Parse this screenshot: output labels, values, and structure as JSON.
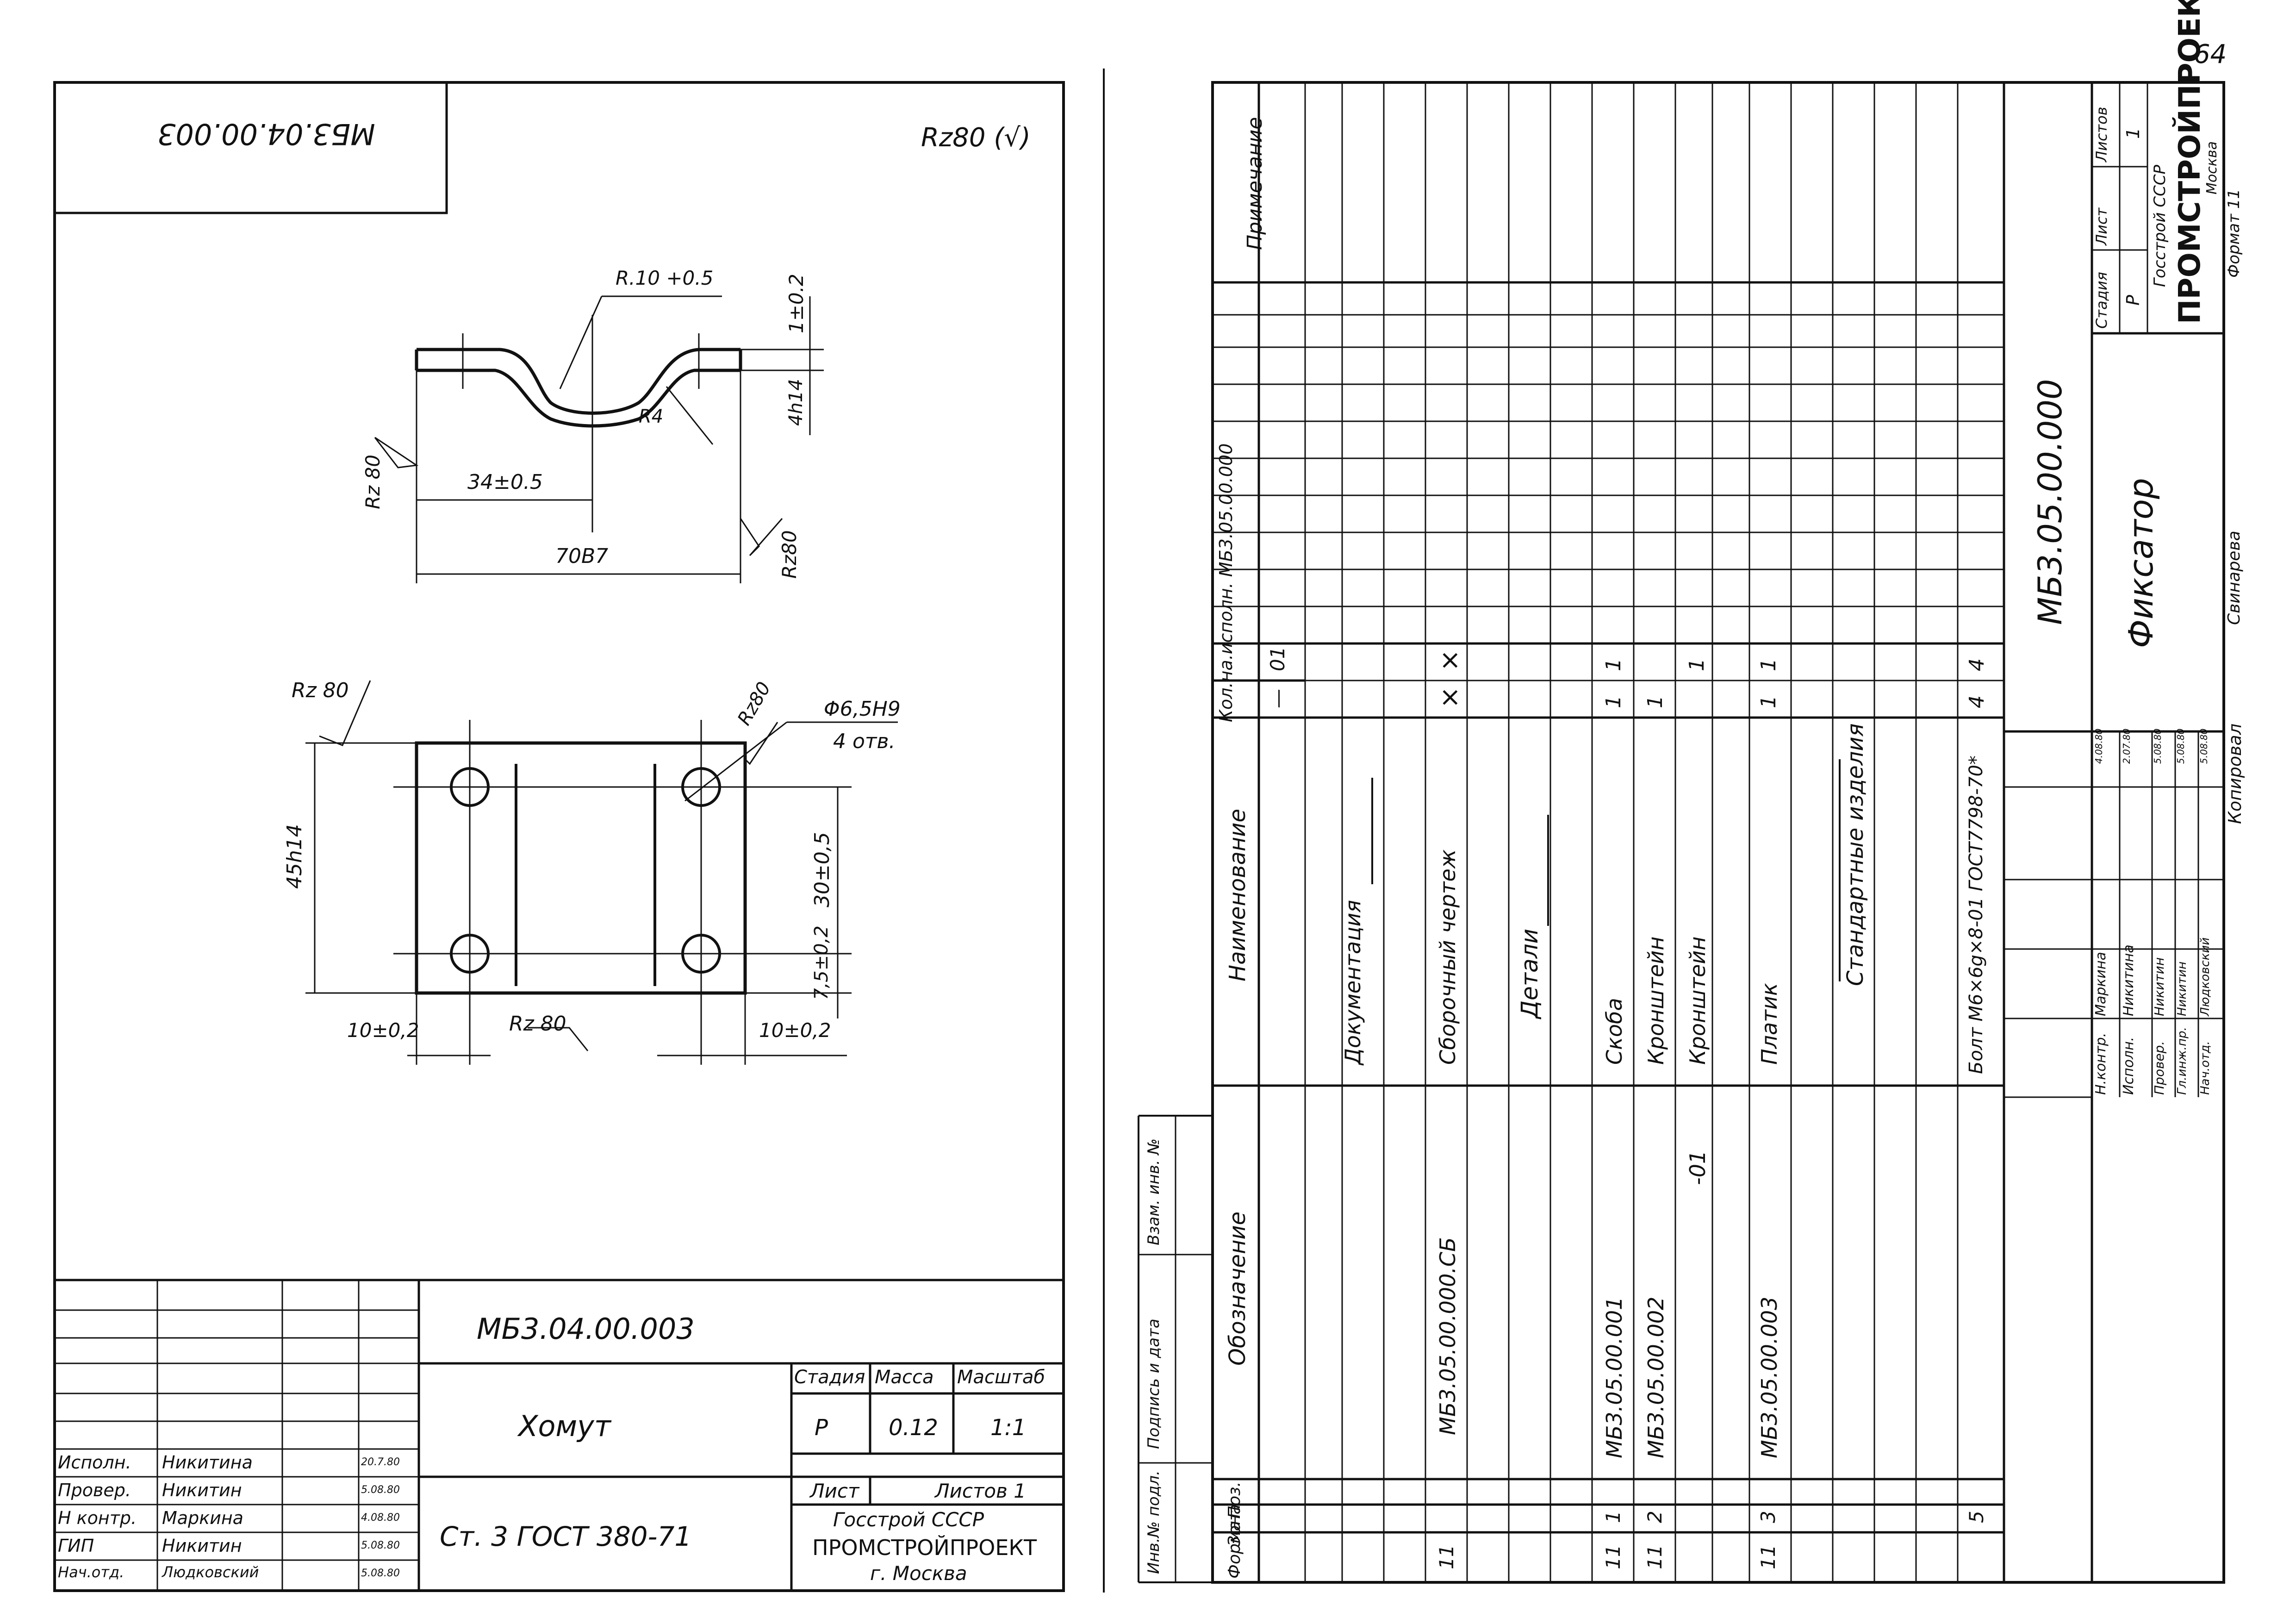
{
  "page_number": "64",
  "left_sheet": {
    "corner_stamp": "МБ3.04.00.003",
    "roughness_mark": "Rz80 (√)",
    "dims": {
      "radius": "R.10 +0.5",
      "thickness_tol": "1±0.2",
      "height": "4h14",
      "inner_radius": "R4",
      "half_width": "34±0.5",
      "overall_width": "70B7",
      "rz_left": "Rz 80",
      "rz_right": "Rz80",
      "rz_top": "Rz 80",
      "rz_hole": "Rz80",
      "hole_dia": "Φ6,5H9",
      "hole_qty": "4 отв.",
      "plate_height": "45h14",
      "hole_spacing": "30±0,5",
      "hole_offset_v": "7,5±0,2",
      "hole_offset_left": "10±0,2",
      "rz_bottom": "Rz 80",
      "hole_offset_right": "10±0,2"
    },
    "title_block": {
      "designation": "МБ3.04.00.003",
      "name": "Хомут",
      "material": "Ст. 3 ГОСТ 380-71",
      "col_stage": "Стадия",
      "col_mass": "Масса",
      "col_scale": "Масштаб",
      "stage": "Р",
      "mass": "0.12",
      "scale": "1:1",
      "sheet": "Лист",
      "sheets": "Листов 1",
      "org1": "Госстрой СССР",
      "org2": "ПРОМСТРОЙПРОЕКТ",
      "org3": "г. Москва",
      "signers": [
        {
          "role": "Исполн.",
          "name": "Никитина",
          "date": "20.7.80"
        },
        {
          "role": "Провер.",
          "name": "Никитин",
          "date": "5.08.80"
        },
        {
          "role": "Н контр.",
          "name": "Маркина",
          "date": "4.08.80"
        },
        {
          "role": "ГИП",
          "name": "Никитин",
          "date": "5.08.80"
        },
        {
          "role": "Нач.отд.",
          "name": "Людковский",
          "date": "5.08.80"
        }
      ]
    }
  },
  "right_sheet": {
    "side_labels": [
      "Инв.№ подл.",
      "Подпись и дата",
      "Взам. инв. №"
    ],
    "header": {
      "format": "Формат",
      "zone": "Зона",
      "pos": "Поз.",
      "designation": "Обозначение",
      "name": "Наименование",
      "qty_group": "Кол.на.исполн. МБ3.05.00.000",
      "qty_dash": "—",
      "qty_01": "01",
      "note": "Примечание"
    },
    "rows": [
      {
        "format": "",
        "pos": "",
        "designation": "",
        "name": "Документация",
        "heading": true,
        "q0": "",
        "q1": ""
      },
      {
        "format": "11",
        "pos": "",
        "designation": "МБ3.05.00.000.СБ",
        "name": "Сборочный чертеж",
        "q0": "×",
        "q1": "×"
      },
      {
        "format": "",
        "pos": "",
        "designation": "",
        "name": "Детали",
        "heading": true,
        "q0": "",
        "q1": ""
      },
      {
        "format": "11",
        "pos": "1",
        "designation": "МБ3.05.00.001",
        "name": "Скоба",
        "q0": "1",
        "q1": "1"
      },
      {
        "format": "11",
        "pos": "2",
        "designation": "МБ3.05.00.002",
        "name": "Кронштейн",
        "q0": "1",
        "q1": ""
      },
      {
        "format": "",
        "pos": "",
        "designation": "-01",
        "name": "Кронштейн",
        "q0": "",
        "q1": "1"
      },
      {
        "format": "11",
        "pos": "3",
        "designation": "МБ3.05.00.003",
        "name": "Платик",
        "q0": "1",
        "q1": "1"
      },
      {
        "format": "",
        "pos": "",
        "designation": "",
        "name": "Стандартные изделия",
        "heading": true,
        "q0": "",
        "q1": ""
      },
      {
        "format": "",
        "pos": "5",
        "designation": "",
        "name": "Болт М6×6g×8-01 ГОСТ7798-70*",
        "q0": "4",
        "q1": "4"
      }
    ],
    "title_block": {
      "designation": "МБ3.05.00.000",
      "name": "Фиксатор",
      "stage_label": "Стадия",
      "sheet_label": "Лист",
      "sheets_label": "Листов",
      "stage": "Р",
      "sheets": "1",
      "org1": "Госстрой СССР",
      "org2": "ПРОМСТРОЙПРОЕКТ",
      "org3": "Москва",
      "signers": [
        {
          "role": "Н.контр.",
          "name": "Маркина",
          "date": "4.08.80"
        },
        {
          "role": "Исполн.",
          "name": "Никитина",
          "date": "2.07.80"
        },
        {
          "role": "Провер.",
          "name": "Никитин",
          "date": "5.08.80"
        },
        {
          "role": "Гл.инж.пр.",
          "name": "Никитин",
          "date": "5.08.80"
        },
        {
          "role": "Нач.отд.",
          "name": "Людковский",
          "date": "5.08.80"
        }
      ]
    },
    "footer_copied": "Копировал",
    "footer_copier": "Свинарева",
    "footer_format": "Формат 11"
  }
}
